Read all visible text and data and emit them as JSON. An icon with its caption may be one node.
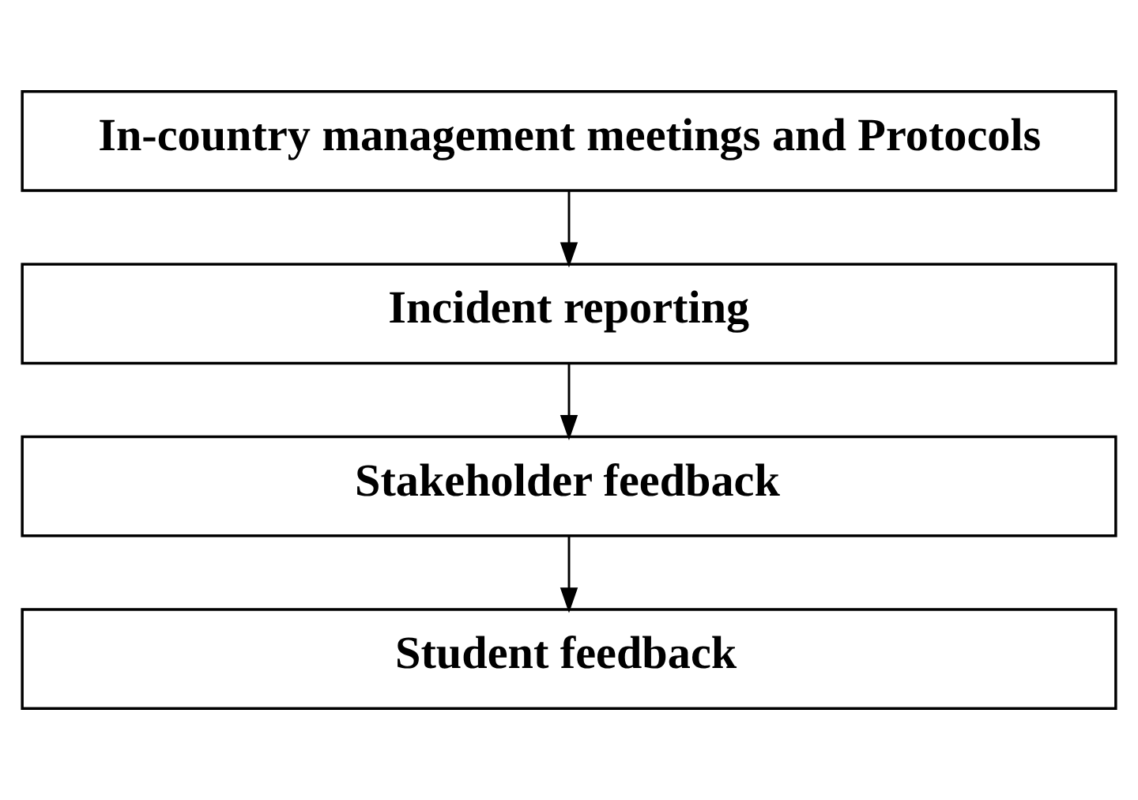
{
  "diagram": {
    "nodes": [
      {
        "text": [
          "In-country management meetings and Protocols"
        ]
      },
      {
        "text": [
          "Incident reporting"
        ]
      },
      {
        "text": [
          "Stakeholder feedback"
        ]
      },
      {
        "text": [
          "Student feedback"
        ]
      }
    ],
    "edges": [
      {
        "from": 0,
        "to": 1,
        "arrow": "to"
      },
      {
        "from": 1,
        "to": 2,
        "arrow": "to"
      },
      {
        "from": 2,
        "to": 3,
        "arrow": "to"
      }
    ]
  }
}
